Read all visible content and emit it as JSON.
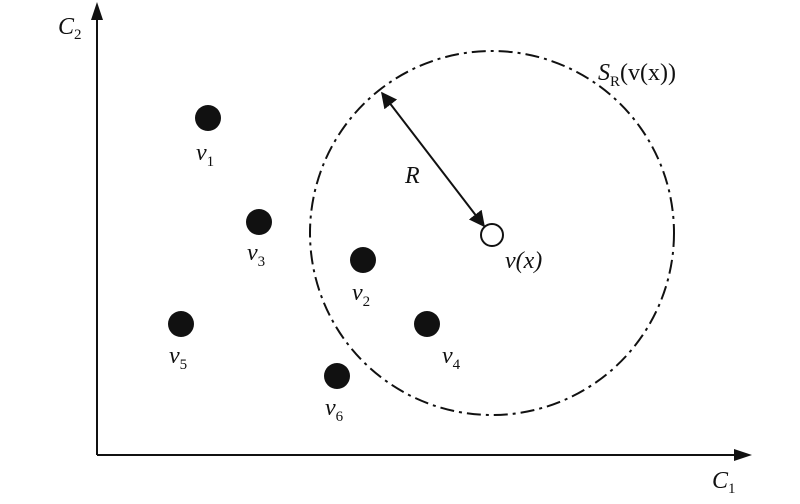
{
  "axes": {
    "x": {
      "main": "C",
      "sub": "1"
    },
    "y": {
      "main": "C",
      "sub": "2"
    }
  },
  "points": [
    {
      "main": "v",
      "sub": "1"
    },
    {
      "main": "v",
      "sub": "3"
    },
    {
      "main": "v",
      "sub": "2"
    },
    {
      "main": "v",
      "sub": "5"
    },
    {
      "main": "v",
      "sub": "4"
    },
    {
      "main": "v",
      "sub": "6"
    }
  ],
  "query": {
    "label": "v(x)"
  },
  "radius": {
    "label": "R"
  },
  "sphere": {
    "main": "S",
    "sub": "R",
    "arg": "(v(x))"
  },
  "colors": {
    "ink": "#111111",
    "background": "#ffffff"
  },
  "icons": {
    "point": "filled-circle",
    "query": "hollow-circle",
    "arrow": "double-headed-arrow"
  }
}
